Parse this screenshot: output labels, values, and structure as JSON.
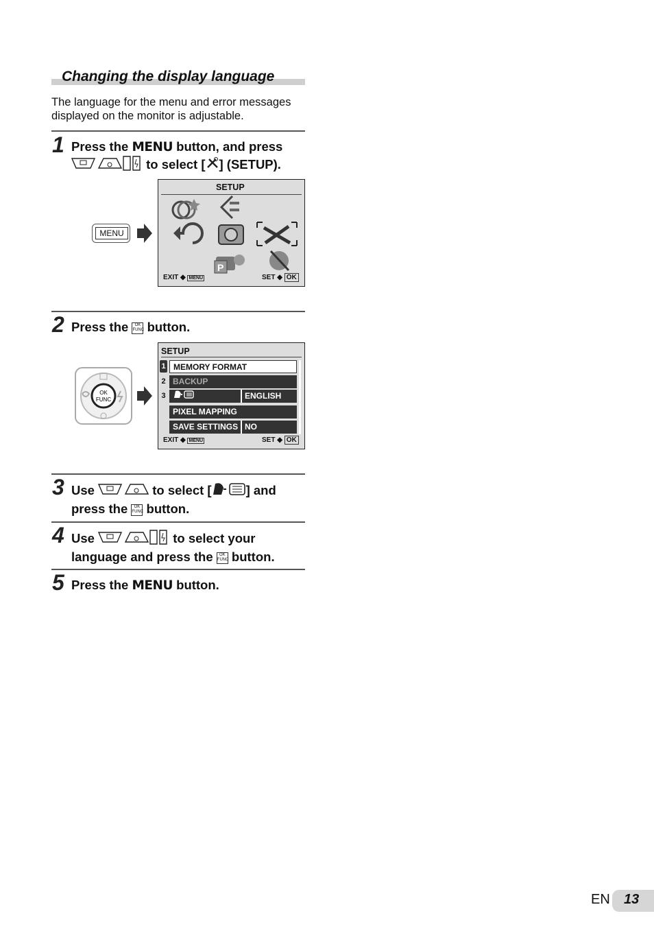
{
  "section": {
    "title": "Changing the display language",
    "intro": "The language for the menu and error messages displayed on the monitor is adjustable."
  },
  "steps": [
    {
      "num": "1",
      "a": "Press the ",
      "menu": "MENU",
      "b": " button, and press",
      "c": " to select [",
      "d": "] (SETUP)."
    },
    {
      "num": "2",
      "a": "Press the ",
      "b": " button."
    },
    {
      "num": "3",
      "a": "Use ",
      "b": " to select [",
      "c": "] and",
      "d": "press the ",
      "e": " button."
    },
    {
      "num": "4",
      "a": "Use ",
      "b": " to select your",
      "c": "language and press the ",
      "d": " button."
    },
    {
      "num": "5",
      "a": "Press the ",
      "menu": "MENU",
      "b": " button."
    }
  ],
  "icons": {
    "ok_func": [
      "OK",
      "FUNC"
    ]
  },
  "screen1": {
    "header": "SETUP",
    "exit": "EXIT",
    "exit_key": "MENU",
    "set": "SET",
    "set_key": "OK",
    "key_label": "MENU"
  },
  "screen2": {
    "header": "SETUP",
    "tabs": [
      "1",
      "2",
      "3"
    ],
    "rows": [
      {
        "label": "MEMORY FORMAT",
        "value": ""
      },
      {
        "label": "BACKUP",
        "value": ""
      },
      {
        "label": "",
        "value": "ENGLISH"
      },
      {
        "label": "PIXEL MAPPING",
        "value": ""
      },
      {
        "label": "SAVE SETTINGS",
        "value": "NO"
      }
    ],
    "exit": "EXIT",
    "exit_key": "MENU",
    "set": "SET",
    "set_key": "OK"
  },
  "footer": {
    "lang": "EN",
    "page": "13"
  }
}
